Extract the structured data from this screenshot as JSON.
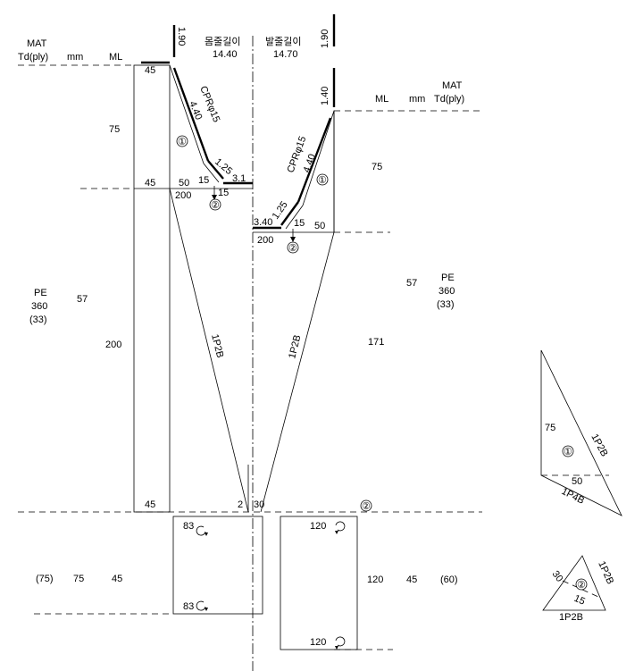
{
  "left": {
    "mat": "MAT",
    "td": "Td(ply)",
    "mm": "mm",
    "ml": "ML",
    "ml_upper_1": "45",
    "ml_upper_2": "75",
    "ml_upper_3": "45",
    "ml_lower_1": "200",
    "ml_lower_2": "45",
    "mat_lower_1": "PE",
    "mat_lower_2": "360",
    "mat_lower_3": "(33)",
    "mm_lower": "57",
    "ply_bottom": "(75)",
    "mm_bottom": "75",
    "ml_bottom": "45"
  },
  "right": {
    "ml": "ML",
    "mm": "mm",
    "mat": "MAT",
    "td": "Td(ply)",
    "ml_upper": "75",
    "ml_lower": "171",
    "mm_lower": "57",
    "mat_lower_1": "PE",
    "mat_lower_2": "360",
    "mat_lower_3": "(33)",
    "ml_bottom": "120",
    "mm_bottom": "45",
    "ply_bottom": "(60)"
  },
  "top": {
    "left_header": "몸줄길이",
    "left_value": "14.40",
    "right_header": "발줄길이",
    "right_value": "14.70",
    "dim_left": "1.90",
    "dim_right_1": "1.90",
    "dim_right_2": "1.40"
  },
  "left_panel": {
    "rope": "CPRφ15",
    "rope_len": "4.40",
    "d_50": "50",
    "d_200": "200",
    "d_15a": "15",
    "d_15b": "15",
    "d_125": "1.25",
    "d_31": "3.1",
    "circ1": "①",
    "circ2": "②",
    "bias": "1P2B",
    "bottom_2": "2",
    "bottom_30": "30"
  },
  "right_panel": {
    "rope": "CPRφ15",
    "rope_len": "4.40",
    "d_340": "3.40",
    "d_125": "1.25",
    "d_15": "15",
    "d_200": "200",
    "d_50": "50",
    "circ1": "①",
    "circ2": "②",
    "bias": "1P2B",
    "bottom_circ2": "②"
  },
  "codend": {
    "left_top": "83",
    "left_bottom": "83",
    "right_top": "120",
    "right_bottom": "120"
  },
  "detail1": {
    "side": "75",
    "circ": "①",
    "hyp": "1P2B",
    "base": "50",
    "bottom": "1P4B"
  },
  "detail2": {
    "side_left": "30",
    "circ": "②",
    "side_right": "1P2B",
    "inner": "15",
    "bottom": "1P2B"
  }
}
